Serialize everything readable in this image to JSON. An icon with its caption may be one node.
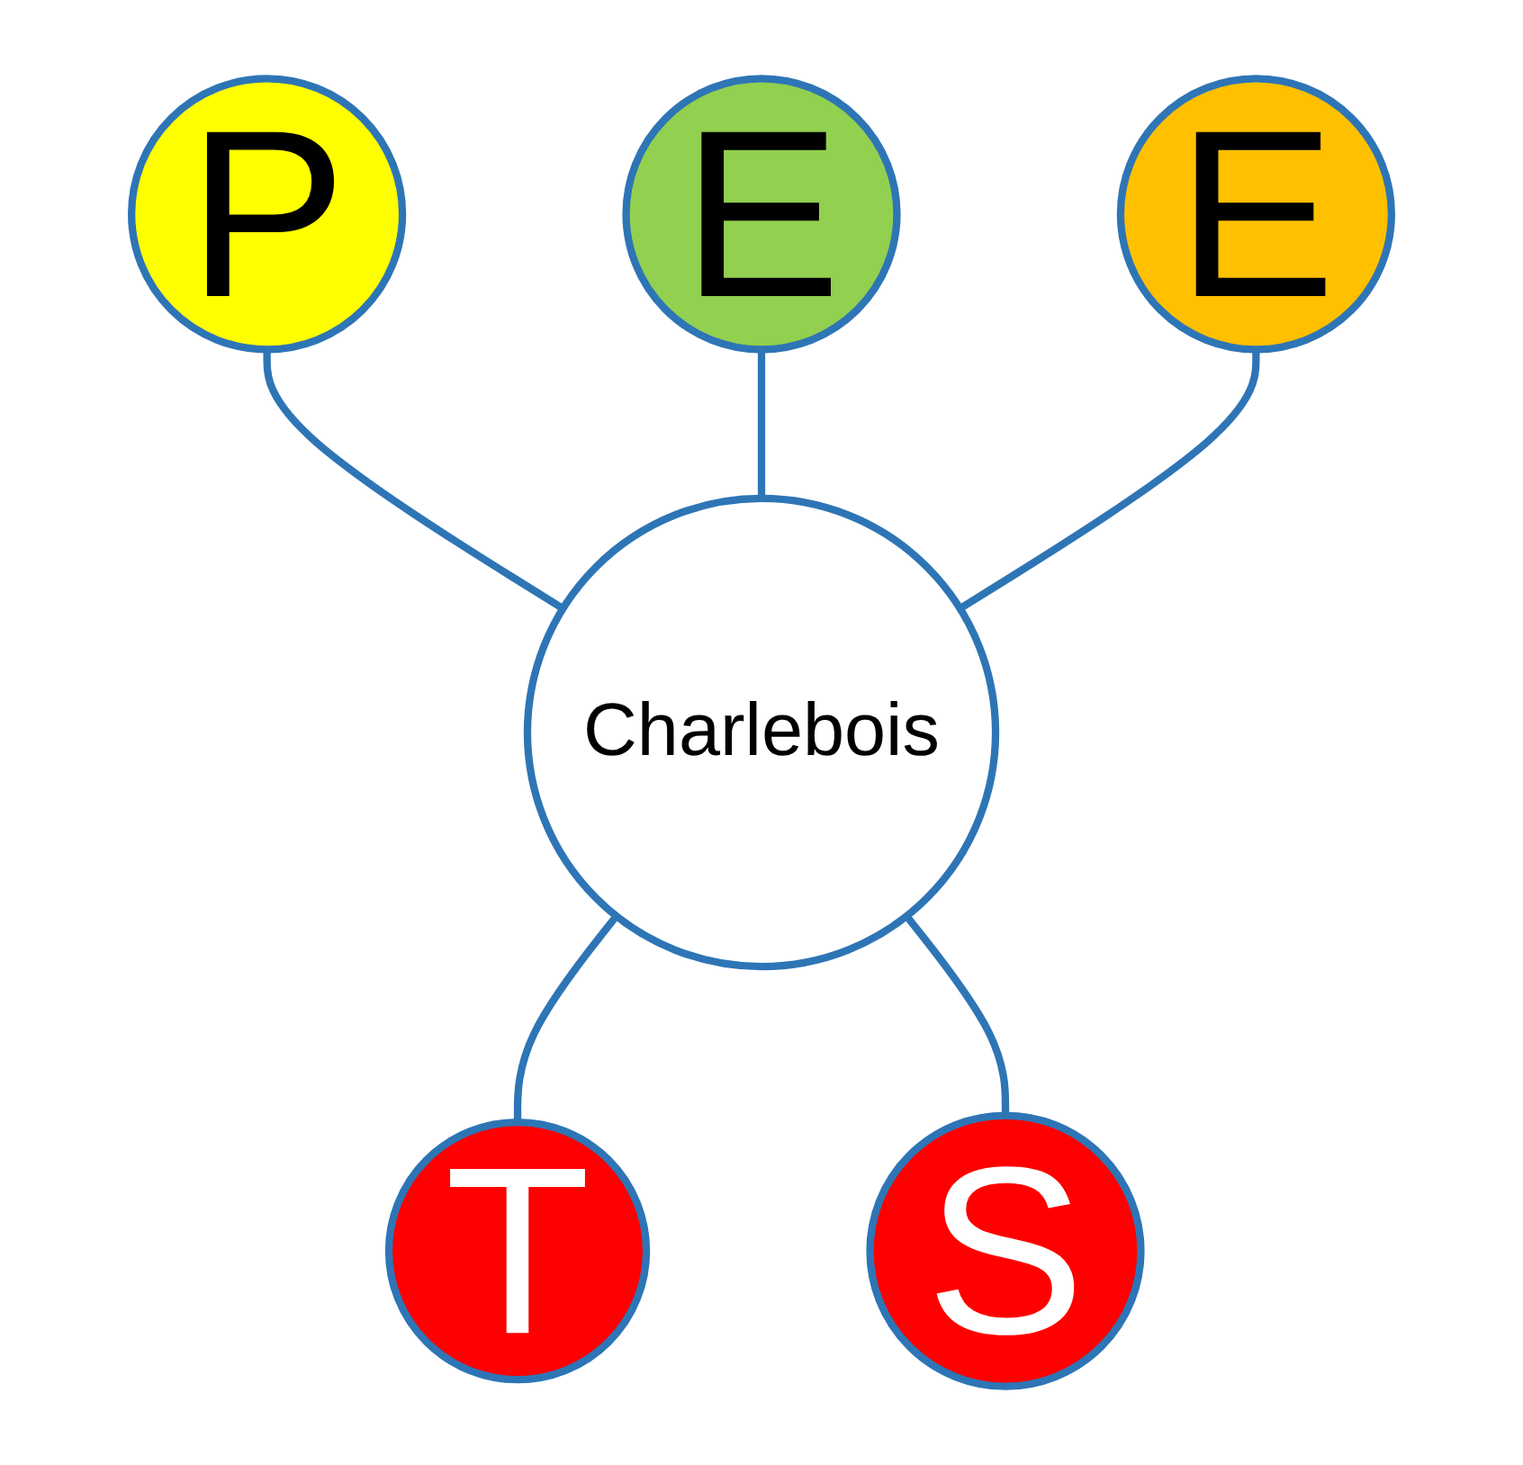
{
  "diagram": {
    "nodes": [
      {
        "text": [
          "P"
        ]
      },
      {
        "text": [
          "E"
        ]
      },
      {
        "text": [
          "E"
        ]
      },
      {
        "text": [
          "Charlebois"
        ]
      },
      {
        "text": [
          "T"
        ]
      },
      {
        "text": [
          "S"
        ]
      }
    ],
    "edges": [
      {
        "from": 0,
        "to": 3,
        "arrow": "none"
      },
      {
        "from": 1,
        "to": 3,
        "arrow": "none"
      },
      {
        "from": 2,
        "to": 3,
        "arrow": "none"
      },
      {
        "from": 3,
        "to": 4,
        "arrow": "none"
      },
      {
        "from": 3,
        "to": 5,
        "arrow": "none"
      }
    ]
  }
}
